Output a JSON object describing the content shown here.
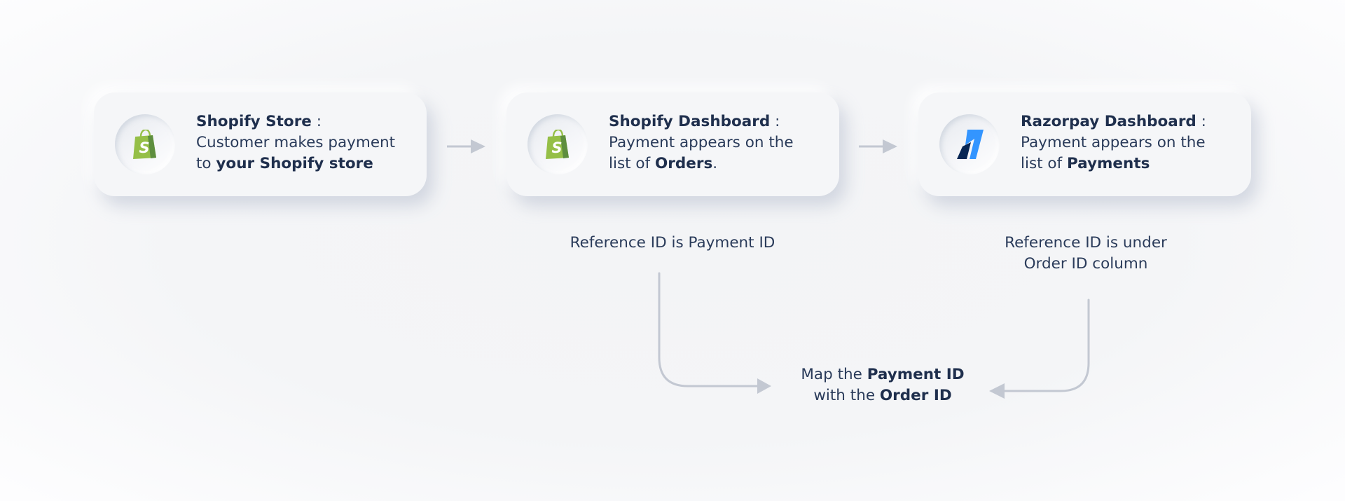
{
  "steps": [
    {
      "title": "Shopify Store",
      "separator": " :",
      "line1": "Customer makes payment",
      "line2_prefix": "to ",
      "line2_bold": "your Shopify store",
      "line2_suffix": "",
      "icon": "shopify-bag-icon"
    },
    {
      "title": "Shopify Dashboard",
      "separator": " :",
      "line1": "Payment appears on the",
      "line2_prefix": "list of ",
      "line2_bold": "Orders",
      "line2_suffix": ".",
      "icon": "shopify-bag-icon"
    },
    {
      "title": "Razorpay Dashboard",
      "separator": " :",
      "line1": "Payment appears on the",
      "line2_prefix": "list of ",
      "line2_bold": "Payments",
      "line2_suffix": "",
      "icon": "razorpay-logo-icon"
    }
  ],
  "notes": {
    "shopify_reference": "Reference ID is Payment ID",
    "razorpay_reference_line1": "Reference ID is under",
    "razorpay_reference_line2": "Order ID column"
  },
  "mapping": {
    "line1_prefix": "Map the ",
    "line1_bold": "Payment ID",
    "line2_prefix": "with the ",
    "line2_bold": "Order ID"
  },
  "colors": {
    "text": "#2a3b5a",
    "connector": "#c3c8d2",
    "shopify_green": "#95bf47",
    "razorpay_blue": "#3395ff",
    "razorpay_navy": "#072654"
  }
}
